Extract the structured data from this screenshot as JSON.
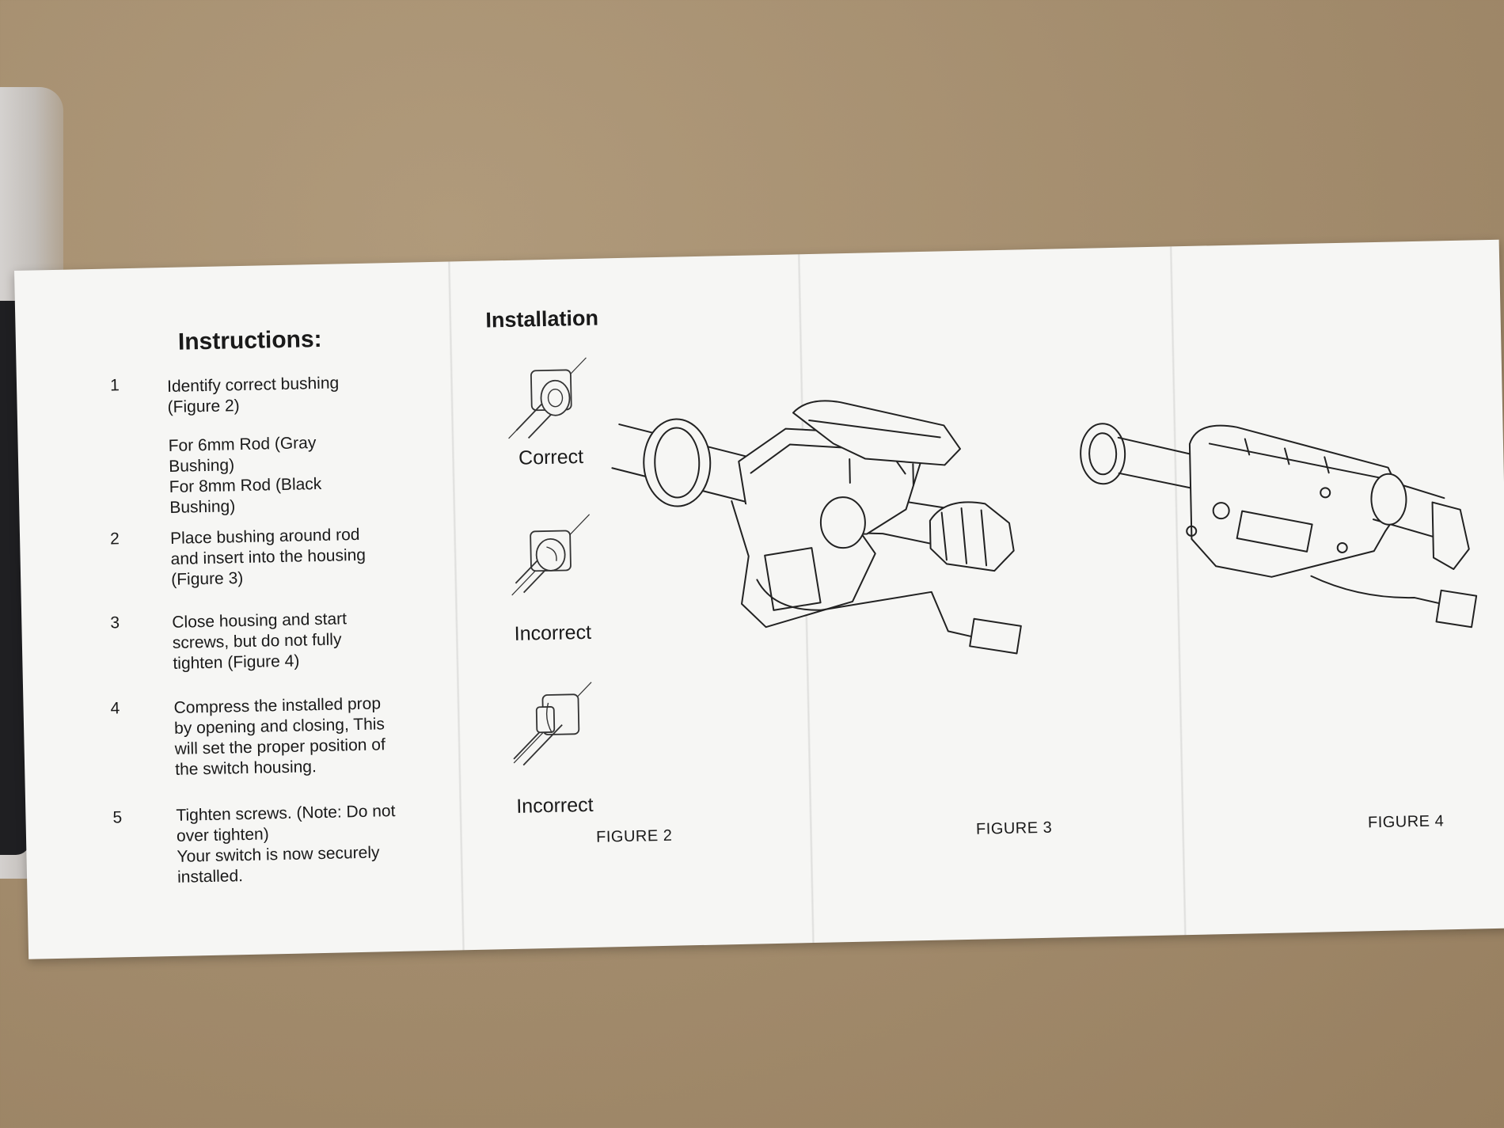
{
  "instructions": {
    "title": "Instructions:",
    "steps": [
      {
        "num": "1",
        "lines": [
          "Identify correct bushing",
          "(Figure 2)"
        ]
      },
      {
        "num": "",
        "lines": [
          "For 6mm Rod (Gray",
          "Bushing)",
          "For 8mm Rod (Black",
          "Bushing)"
        ]
      },
      {
        "num": "2",
        "lines": [
          "Place bushing around rod",
          "and insert into the housing",
          "(Figure 3)"
        ]
      },
      {
        "num": "3",
        "lines": [
          "Close housing and start",
          "screws, but do not fully",
          "tighten (Figure 4)"
        ]
      },
      {
        "num": "4",
        "lines": [
          "Compress the installed prop",
          "by opening and closing, This",
          "will set the proper position of",
          "the switch housing."
        ]
      },
      {
        "num": "5",
        "lines": [
          "Tighten screws. (Note: Do not",
          "over tighten)",
          "Your switch is now securely",
          "installed."
        ]
      }
    ]
  },
  "installation": {
    "title": "Installation",
    "labels": [
      "Correct",
      "Incorrect",
      "Incorrect"
    ],
    "figure_caption": "FIGURE 2"
  },
  "figure3": {
    "caption": "FIGURE 3"
  },
  "figure4": {
    "caption": "FIGURE 4"
  }
}
